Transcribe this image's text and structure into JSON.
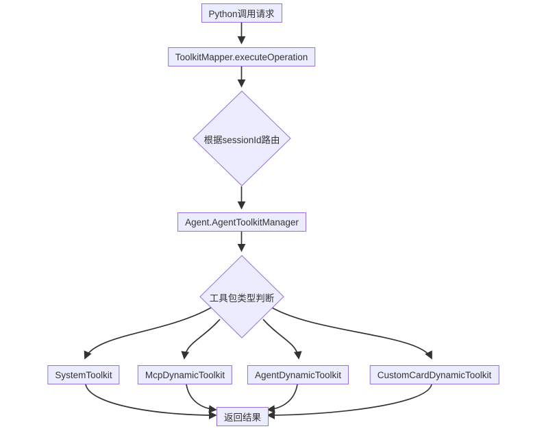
{
  "diagram": {
    "type": "flowchart",
    "direction": "top-down",
    "colors": {
      "node_fill": "#ECECFF",
      "node_border": "#9370DB",
      "edge": "#333333",
      "text": "#333333",
      "background": "#FFFFFF"
    },
    "nodes": [
      {
        "id": "python-call",
        "shape": "rect",
        "label": "Python调用请求"
      },
      {
        "id": "toolkit-mapper",
        "shape": "rect",
        "label": "ToolkitMapper.executeOperation"
      },
      {
        "id": "session-routing",
        "shape": "diamond",
        "label": "根据sessionId路由"
      },
      {
        "id": "agent-toolkit-manager",
        "shape": "rect",
        "label": "Agent.AgentToolkitManager"
      },
      {
        "id": "toolkit-type-decision",
        "shape": "diamond",
        "label": "工具包类型判断"
      },
      {
        "id": "system-toolkit",
        "shape": "rect",
        "label": "SystemToolkit"
      },
      {
        "id": "mcp-dynamic-toolkit",
        "shape": "rect",
        "label": "McpDynamicToolkit"
      },
      {
        "id": "agent-dynamic-toolkit",
        "shape": "rect",
        "label": "AgentDynamicToolkit"
      },
      {
        "id": "custom-card-dynamic-toolkit",
        "shape": "rect",
        "label": "CustomCardDynamicToolkit"
      },
      {
        "id": "return-result",
        "shape": "rect",
        "label": "返回结果"
      }
    ],
    "edges": [
      {
        "from": "python-call",
        "to": "toolkit-mapper"
      },
      {
        "from": "toolkit-mapper",
        "to": "session-routing"
      },
      {
        "from": "session-routing",
        "to": "agent-toolkit-manager"
      },
      {
        "from": "agent-toolkit-manager",
        "to": "toolkit-type-decision"
      },
      {
        "from": "toolkit-type-decision",
        "to": "system-toolkit"
      },
      {
        "from": "toolkit-type-decision",
        "to": "mcp-dynamic-toolkit"
      },
      {
        "from": "toolkit-type-decision",
        "to": "agent-dynamic-toolkit"
      },
      {
        "from": "toolkit-type-decision",
        "to": "custom-card-dynamic-toolkit"
      },
      {
        "from": "system-toolkit",
        "to": "return-result"
      },
      {
        "from": "mcp-dynamic-toolkit",
        "to": "return-result"
      },
      {
        "from": "agent-dynamic-toolkit",
        "to": "return-result"
      },
      {
        "from": "custom-card-dynamic-toolkit",
        "to": "return-result"
      }
    ]
  }
}
